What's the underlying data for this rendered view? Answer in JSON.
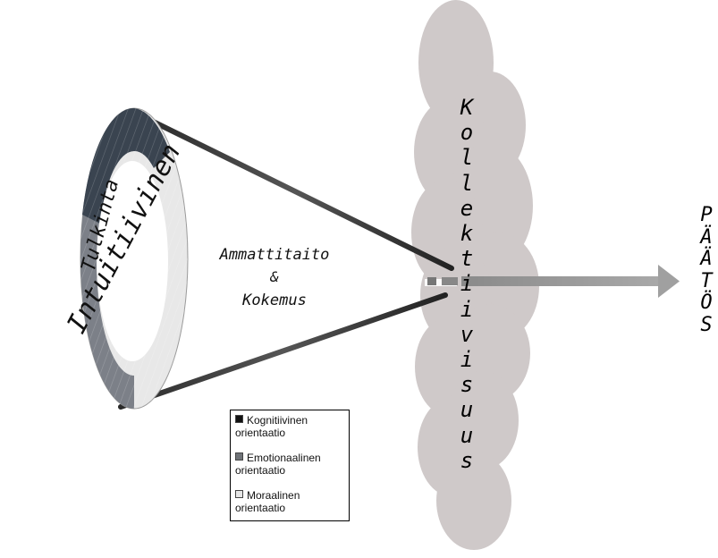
{
  "ring": {
    "outer_label": "Intuitiivinen",
    "inner_label": "Tulkinta"
  },
  "cone": {
    "line1": "Ammattitaito",
    "line2": "&",
    "line3": "Kokemus"
  },
  "cloud": {
    "label_letters": [
      "K",
      "o",
      "l",
      "l",
      "e",
      "k",
      "t",
      "i",
      "i",
      "v",
      "i",
      "s",
      "u",
      "u",
      "s"
    ]
  },
  "result": {
    "label_letters": [
      "P",
      "Ä",
      "Ä",
      "T",
      "Ö",
      "S"
    ]
  },
  "legend": {
    "items": [
      {
        "line1": "Kognitiivinen",
        "line2": "orientaatio",
        "swatch_color": "#111111"
      },
      {
        "line1": "Emotionaalinen",
        "line2": "orientaatio",
        "swatch_color": "#6f7378"
      },
      {
        "line1": "Moraalinen",
        "line2": "orientaatio",
        "swatch_color": "#e6e6e6"
      }
    ]
  },
  "colors": {
    "cloud": "#cfc9c9",
    "ring_dark": "#3a4450",
    "ring_mid": "#7c8088",
    "ring_light": "#e8e8e8",
    "arrow": "#9a9a9a"
  }
}
